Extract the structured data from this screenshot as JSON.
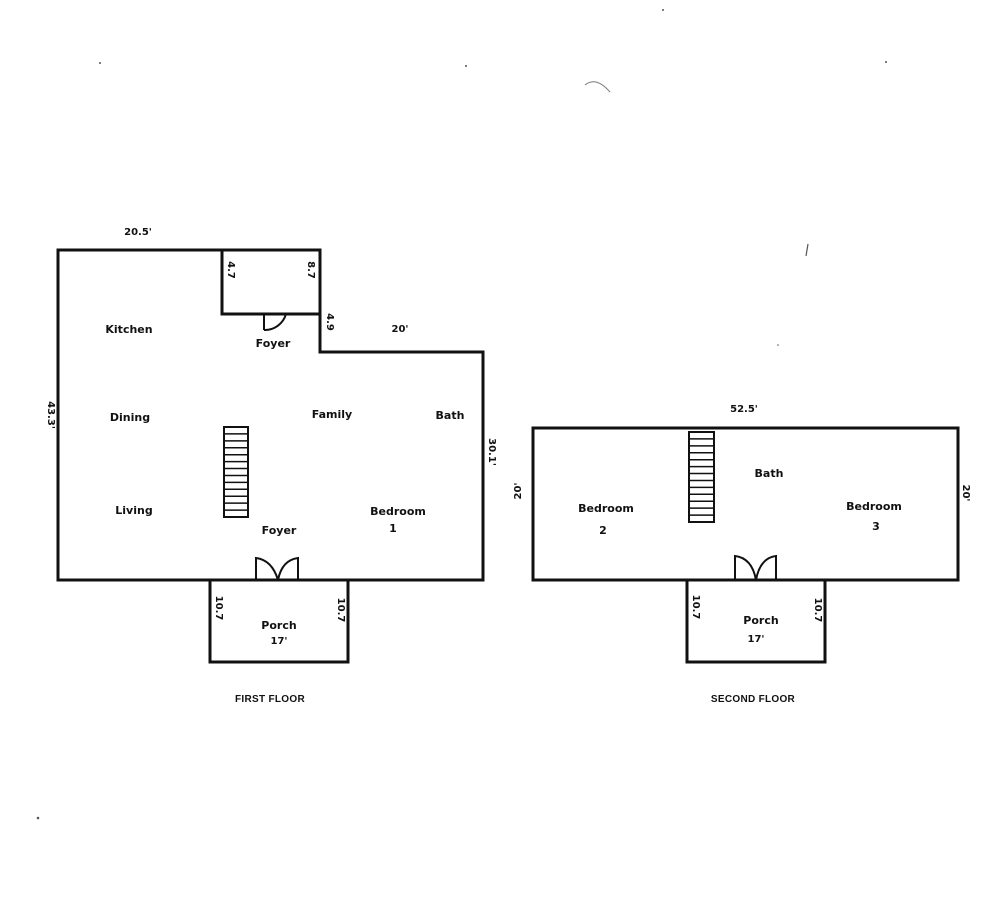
{
  "first_floor": {
    "caption": "FIRST FLOOR",
    "dims": {
      "top": "20.5'",
      "left": "43.3'",
      "right": "30.1'",
      "step": "20'",
      "notch": "4.9",
      "closet_left": "4.7",
      "closet_right": "8.7",
      "porch_left": "10.7",
      "porch_right": "10.7",
      "porch_width": "17'"
    },
    "rooms": {
      "kitchen": "Kitchen",
      "foyer_top": "Foyer",
      "dining": "Dining",
      "family": "Family",
      "bath": "Bath",
      "living": "Living",
      "foyer_bottom": "Foyer",
      "bedroom": "Bedroom",
      "bedroom_num": "1",
      "porch": "Porch"
    }
  },
  "second_floor": {
    "caption": "SECOND FLOOR",
    "dims": {
      "top": "52.5'",
      "left": "20'",
      "right": "20'",
      "porch_left": "10.7",
      "porch_right": "10.7",
      "porch_width": "17'"
    },
    "rooms": {
      "bath": "Bath",
      "bedroom_a": "Bedroom",
      "bedroom_a_num": "2",
      "bedroom_b": "Bedroom",
      "bedroom_b_num": "3",
      "porch": "Porch"
    }
  }
}
